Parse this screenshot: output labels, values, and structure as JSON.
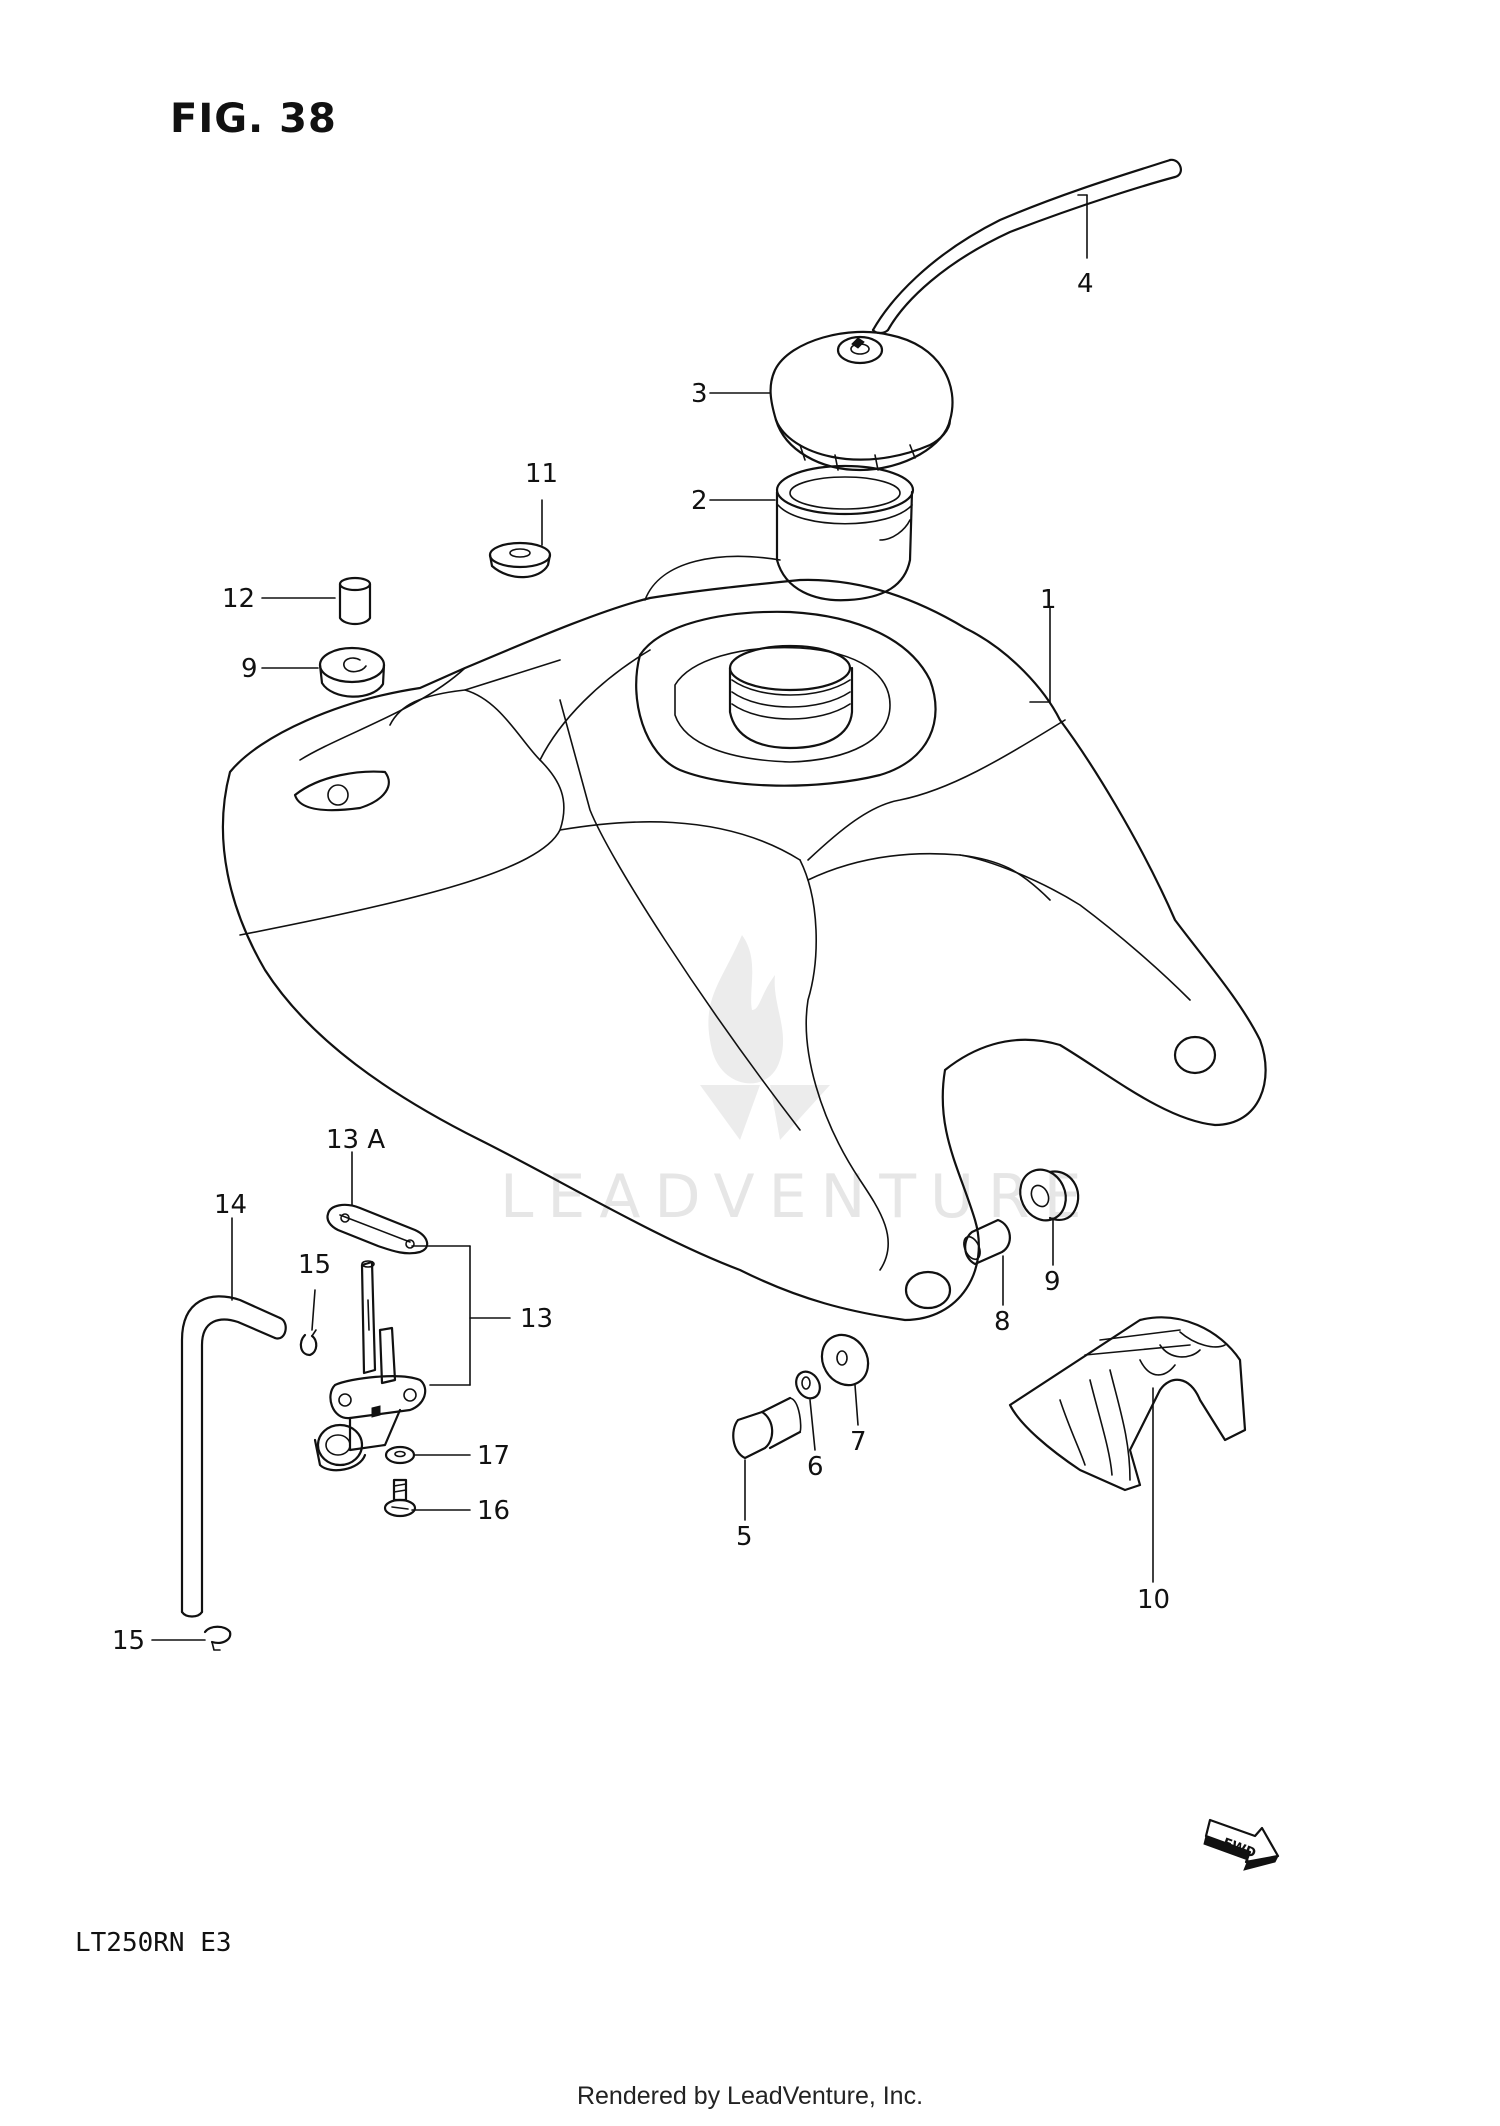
{
  "figure": {
    "title": "FIG. 38"
  },
  "model_code": "LT250RN  E3",
  "footer": {
    "credit": "Rendered by LeadVenture, Inc."
  },
  "watermark": {
    "text": "LEADVENTURE"
  },
  "fwd_marker": {
    "label": "FWD"
  },
  "callouts": {
    "c1": "1",
    "c2": "2",
    "c3": "3",
    "c4": "4",
    "c5": "5",
    "c6": "6",
    "c7": "7",
    "c8": "8",
    "c9a": "9",
    "c9b": "9",
    "c10": "10",
    "c11": "11",
    "c12": "12",
    "c13": "13",
    "c13a": "13 A",
    "c14": "14",
    "c15a": "15",
    "c15b": "15",
    "c16": "16",
    "c17": "17"
  },
  "parts": [
    {
      "ref": "1",
      "name": "fuel-tank"
    },
    {
      "ref": "2",
      "name": "filler-neck-ring"
    },
    {
      "ref": "3",
      "name": "fuel-cap"
    },
    {
      "ref": "4",
      "name": "breather-hose"
    },
    {
      "ref": "5",
      "name": "bolt"
    },
    {
      "ref": "6",
      "name": "washer"
    },
    {
      "ref": "7",
      "name": "washer"
    },
    {
      "ref": "8",
      "name": "spacer"
    },
    {
      "ref": "9",
      "name": "cushion"
    },
    {
      "ref": "10",
      "name": "heat-shield"
    },
    {
      "ref": "11",
      "name": "grommet"
    },
    {
      "ref": "12",
      "name": "spacer"
    },
    {
      "ref": "13",
      "name": "fuel-valve"
    },
    {
      "ref": "13A",
      "name": "gasket"
    },
    {
      "ref": "14",
      "name": "fuel-hose"
    },
    {
      "ref": "15",
      "name": "clamp"
    },
    {
      "ref": "16",
      "name": "screw"
    },
    {
      "ref": "17",
      "name": "washer"
    }
  ]
}
